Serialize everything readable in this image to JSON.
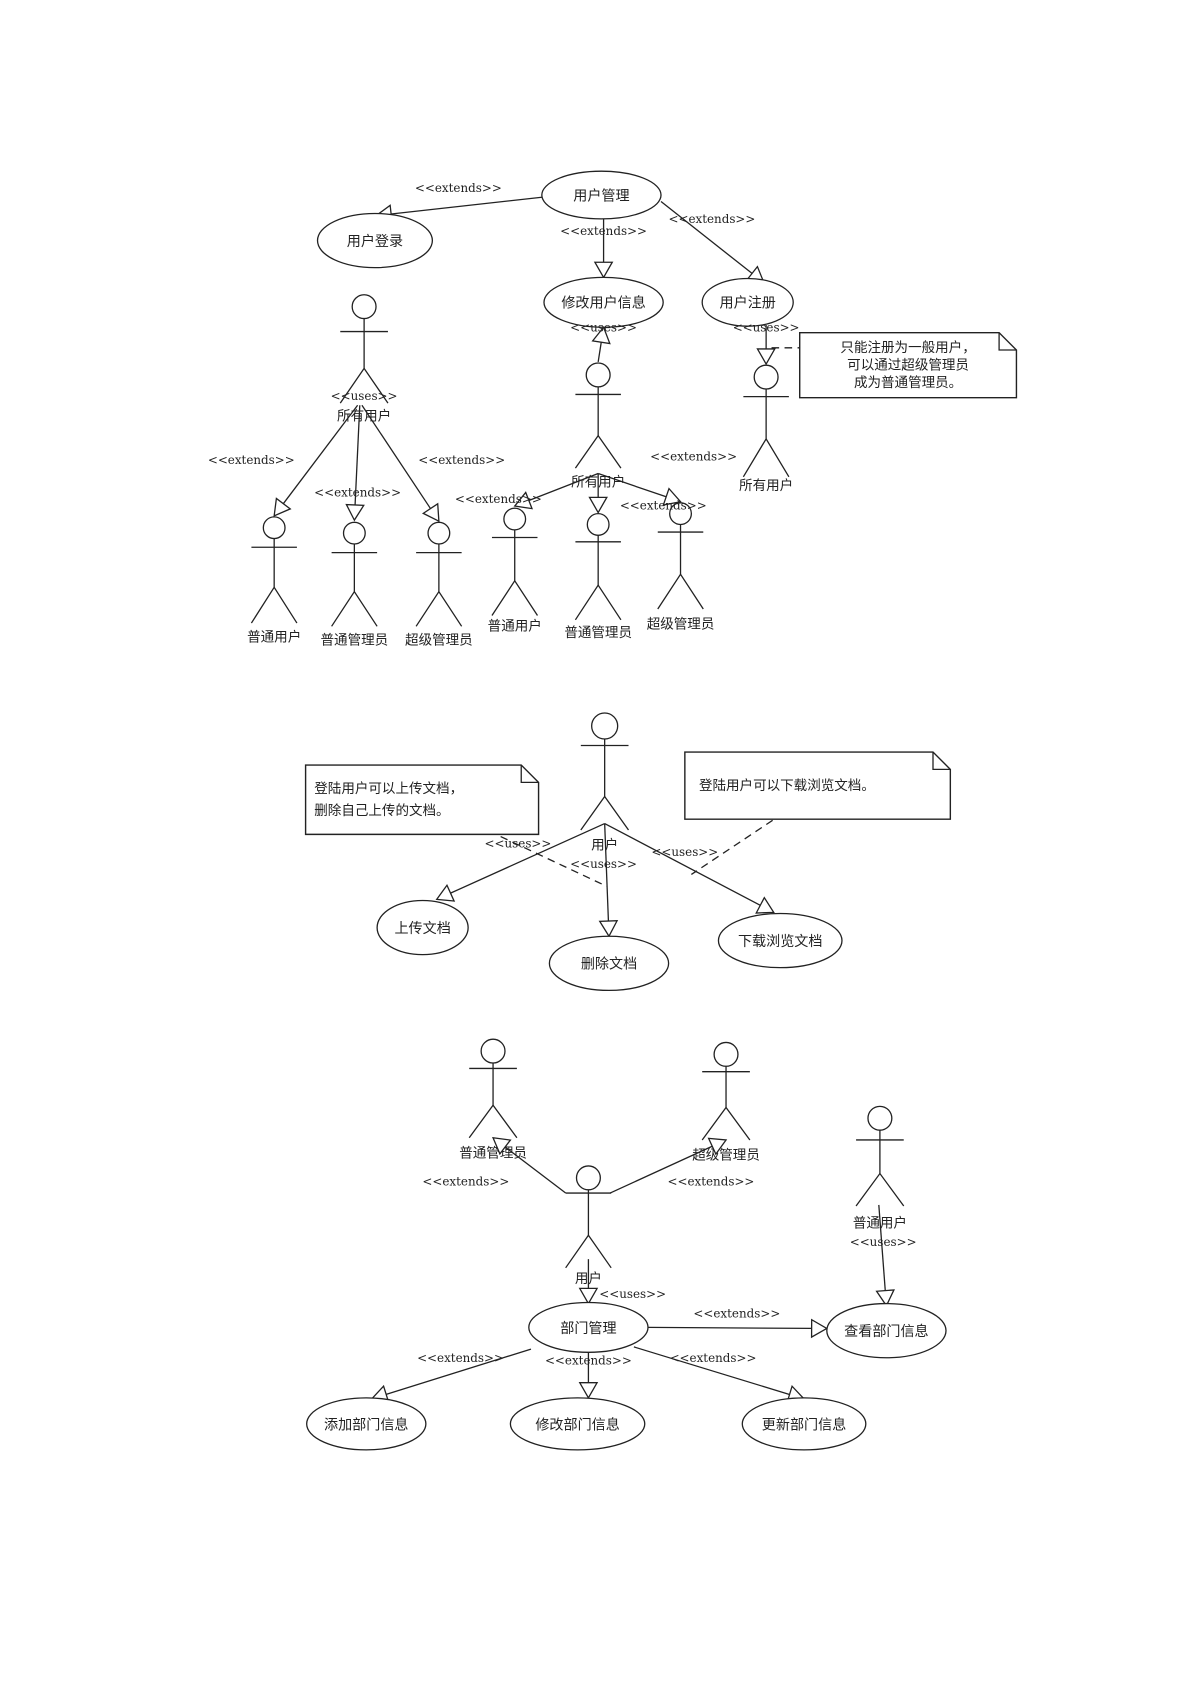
{
  "diagrams": [
    {
      "title": "user-management",
      "use_cases": [
        "用户管理",
        "用户登录",
        "修改用户信息",
        "用户注册"
      ],
      "actors": [
        "所有用户",
        "普通用户",
        "普通管理员",
        "超级管理员",
        "所有用户",
        "普通用户",
        "普通管理员",
        "超级管理员",
        "所有用户"
      ],
      "stereotypes": [
        "<<extends>>",
        "<<extends>>",
        "<<extends>>",
        "<<uses>>",
        "<<extends>>",
        "<<extends>>",
        "<<extends>>",
        "<<uses>>",
        "<<extends>>",
        "<<extends>>",
        "<<extends>>",
        "<<uses>>"
      ],
      "notes": [
        {
          "lines": [
            "只能注册为一般用户，",
            "可以通过超级管理员",
            "成为普通管理员。"
          ]
        }
      ]
    },
    {
      "title": "document-management",
      "use_cases": [
        "上传文档",
        "删除文档",
        "下载浏览文档"
      ],
      "actors": [
        "用户"
      ],
      "stereotypes": [
        "<<uses>>",
        "<<uses>>",
        "<<uses>>"
      ],
      "notes": [
        {
          "lines": [
            "登陆用户可以上传文档，",
            "删除自己上传的文档。"
          ]
        },
        {
          "lines": [
            "登陆用户可以下载浏览文档。"
          ]
        }
      ]
    },
    {
      "title": "department-management",
      "use_cases": [
        "部门管理",
        "查看部门信息",
        "添加部门信息",
        "修改部门信息",
        "更新部门信息"
      ],
      "actors": [
        "普通管理员",
        "超级管理员",
        "用户",
        "普通用户"
      ],
      "stereotypes": [
        "<<extends>>",
        "<<extends>>",
        "<<uses>>",
        "<<uses>>",
        "<<extends>>",
        "<<extends>>",
        "<<extends>>",
        "<<extends>>"
      ],
      "notes": []
    }
  ]
}
